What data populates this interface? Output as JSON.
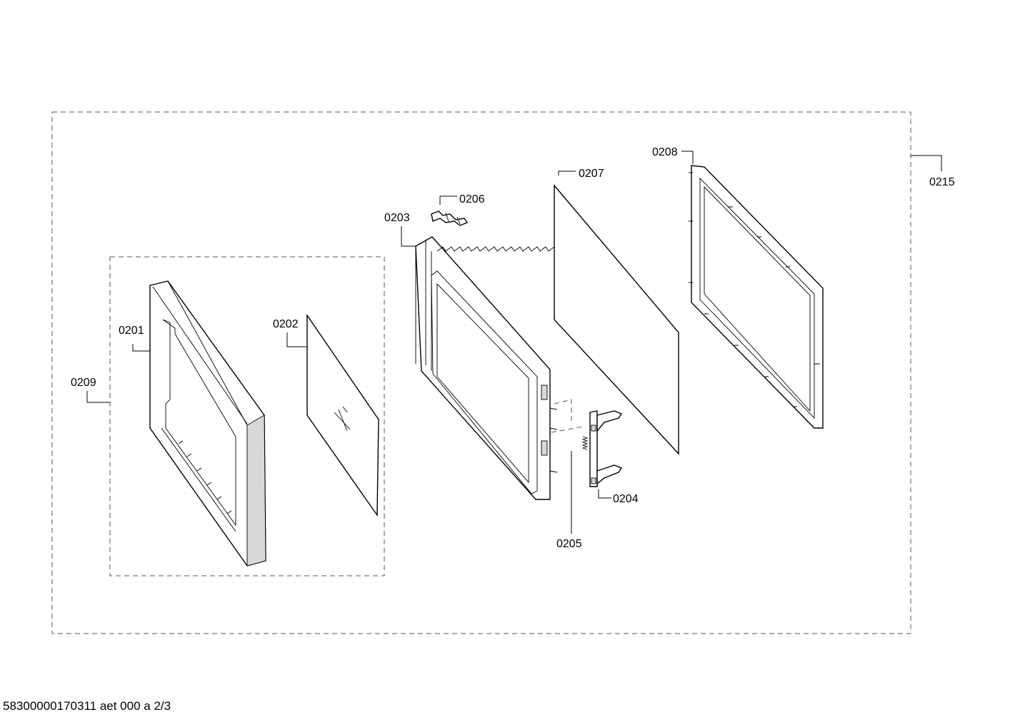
{
  "diagram": {
    "parts": [
      {
        "id": "p201",
        "label": "0201"
      },
      {
        "id": "p202",
        "label": "0202"
      },
      {
        "id": "p203",
        "label": "0203"
      },
      {
        "id": "p204",
        "label": "0204"
      },
      {
        "id": "p205",
        "label": "0205"
      },
      {
        "id": "p206",
        "label": "0206"
      },
      {
        "id": "p207",
        "label": "0207"
      },
      {
        "id": "p208",
        "label": "0208"
      },
      {
        "id": "p209",
        "label": "0209"
      },
      {
        "id": "p215",
        "label": "0215"
      }
    ]
  },
  "footer": {
    "text": "58300000170311 aet 000 a 2/3"
  }
}
